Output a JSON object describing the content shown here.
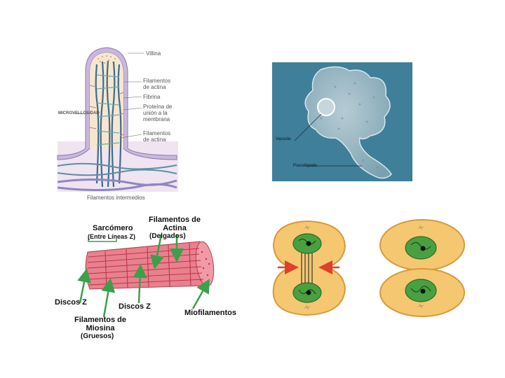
{
  "microvillus": {
    "side_label": "MICROVELLOSIDAD",
    "labels": {
      "villina": "Villina",
      "filamentos_actina_top": "Filamentos de actina",
      "fibrina": "Fibrina",
      "proteina_union": "Proteína de unión a la membrana",
      "filamentos_actina_bottom": "Filamentos de actina",
      "filamentos_intermedios": "Filamentos intermedios"
    }
  },
  "amoeba": {
    "labels": {
      "vacuola": "Vacuola",
      "pseudopodo": "Pseudópodo"
    },
    "colors": {
      "background": "#3f7f9a"
    }
  },
  "muscle": {
    "labels": {
      "sarcomero": "Sarcómero",
      "entre_lineas": "(Entre Líneas Z)",
      "filamentos_actina": "Filamentos de Actina",
      "delgados": "(Delgados)",
      "discos_z_left": "Discos Z",
      "discos_z_mid": "Discos Z",
      "miofilamentos": "Miofilamentos",
      "filamentos_miosina": "Filamentos de Miosina",
      "gruesos": "(Gruesos)"
    },
    "colors": {
      "fiber": "#e8808e",
      "arrow": "#3aa04a"
    }
  },
  "cell_division": {
    "colors": {
      "cytoplasm": "#f5c770",
      "outline": "#d79a3a",
      "nucleus": "#49a040",
      "arrow": "#e0402a"
    }
  }
}
